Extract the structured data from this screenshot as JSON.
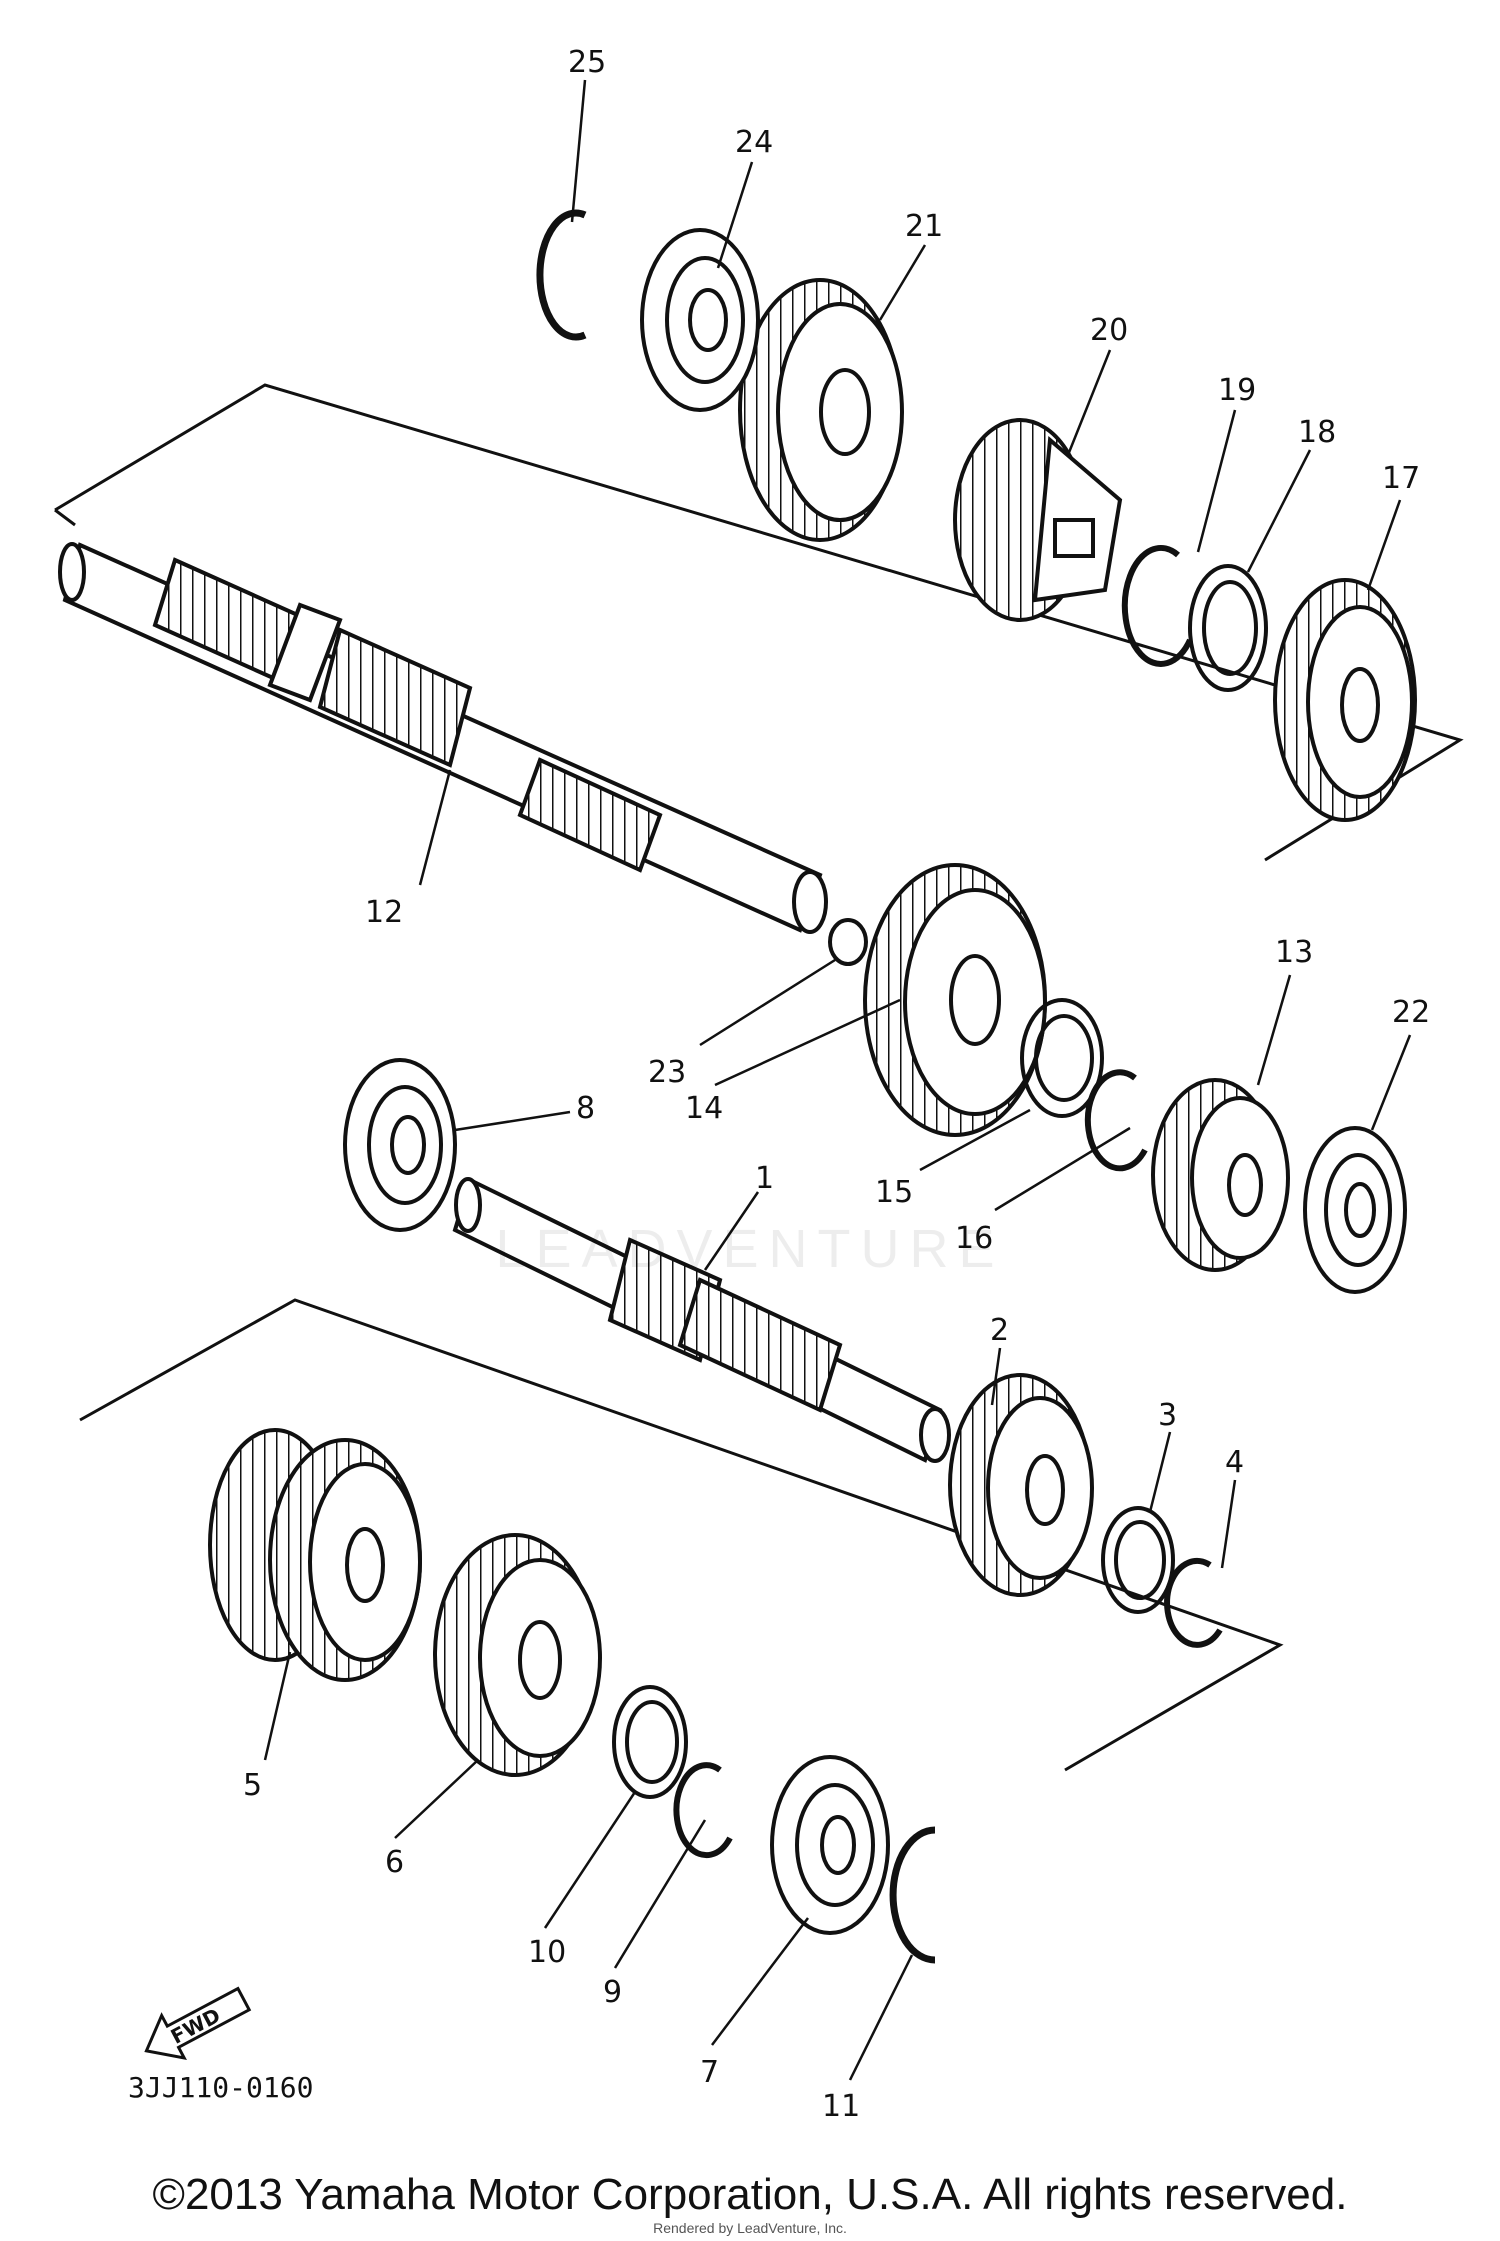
{
  "diagram": {
    "code": "3JJ110-0160",
    "part_labels": [
      "1",
      "2",
      "3",
      "4",
      "5",
      "6",
      "7",
      "8",
      "9",
      "10",
      "11",
      "12",
      "13",
      "14",
      "15",
      "16",
      "17",
      "18",
      "19",
      "20",
      "21",
      "22",
      "23",
      "24",
      "25"
    ],
    "fwd_label": "FWD"
  },
  "watermark": "LEADVENTURE",
  "copyright": "©2013 Yamaha Motor Corporation, U.S.A. All rights reserved.",
  "render_credit": "Rendered by LeadVenture, Inc."
}
